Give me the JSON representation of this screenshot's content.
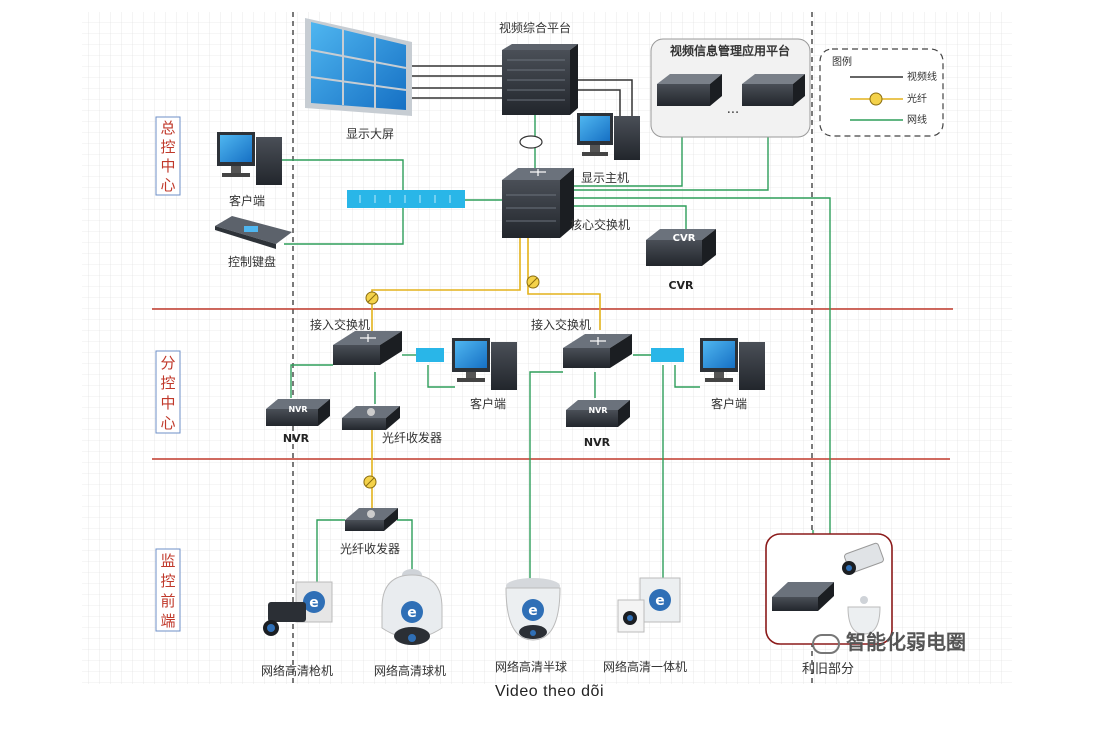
{
  "caption": "Video theo dõi",
  "watermark": "智能化弱电圈",
  "zones": {
    "main": [
      "总",
      "控",
      "中",
      "心"
    ],
    "branch": [
      "分",
      "控",
      "中",
      "心"
    ],
    "front": [
      "监",
      "控",
      "前",
      "端"
    ]
  },
  "labels": {
    "video_platform": "视频综合平台",
    "video_wall": "显示大屏",
    "mgmt_platform": "视频信息管理应用平台",
    "ellipsis": "...",
    "display_host": "显示主机",
    "client": "客户端",
    "control_keyboard": "控制键盘",
    "core_switch": "核心交换机",
    "cvr": "CVR",
    "access_switch_1": "接入交换机",
    "access_switch_2": "接入交换机",
    "nvr": "NVR",
    "fiber_transceiver": "光纤收发器",
    "client_2": "客户端",
    "client_3": "客户端",
    "nvr_2": "NVR",
    "fiber_transceiver_2": "光纤收发器",
    "bullet_camera": "网络高清枪机",
    "dome_camera": "网络高清球机",
    "half_dome": "网络高清半球",
    "integrated_camera": "网络高清一体机",
    "reused_part": "利旧部分"
  },
  "legend": {
    "title": "图例",
    "video_line": "视频线",
    "fiber": "光纤",
    "network": "网线"
  },
  "colors": {
    "video_line": "#333333",
    "fiber": "#e3b21b",
    "network": "#2e9e5a",
    "zone_divider": "#c0392b",
    "zone_text": "#c0392b",
    "switch_bar": "#29b6e8"
  }
}
